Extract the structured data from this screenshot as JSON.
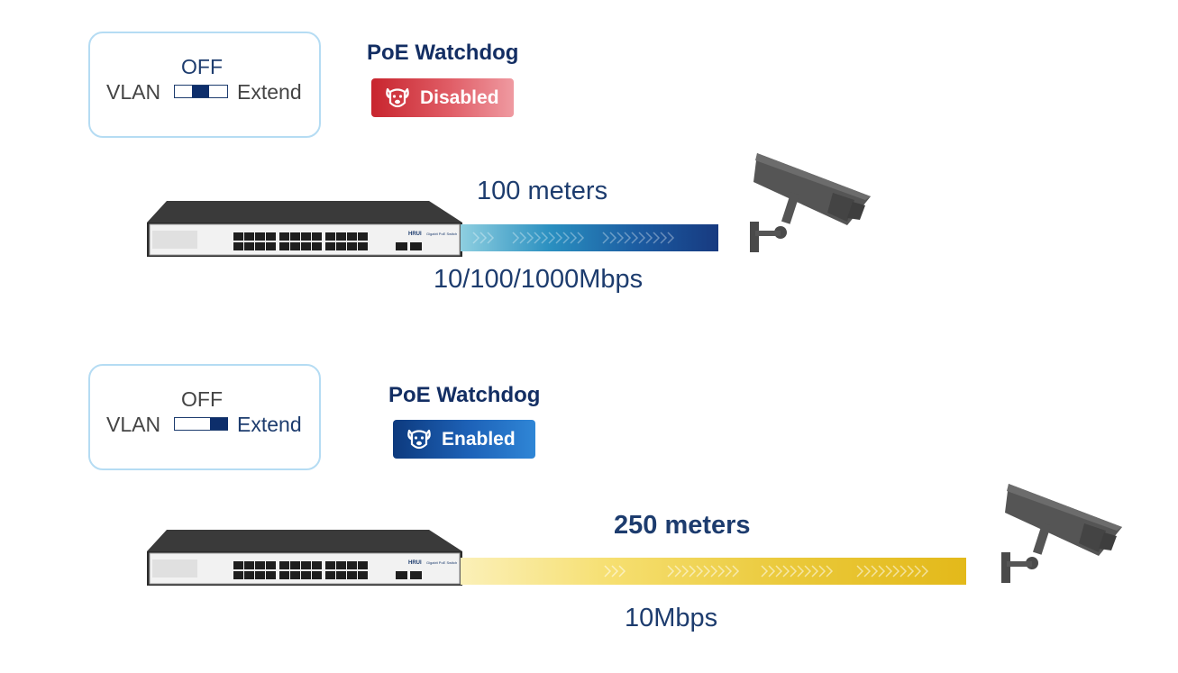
{
  "scenarios": [
    {
      "mode": {
        "switch_state": "OFF",
        "left_label": "VLAN",
        "right_label": "Extend"
      },
      "watchdog": {
        "title": "PoE Watchdog",
        "status": "Disabled"
      },
      "distance": "100 meters",
      "speed": "10/100/1000Mbps",
      "device_brand": "HRUI",
      "device_model": "Gigabit PoE Switch"
    },
    {
      "mode": {
        "switch_state": "OFF",
        "left_label": "VLAN",
        "right_label": "Extend"
      },
      "watchdog": {
        "title": "PoE Watchdog",
        "status": "Enabled"
      },
      "distance": "250 meters",
      "speed": "10Mbps",
      "device_brand": "HRUI",
      "device_model": "Gigabit PoE Switch"
    }
  ],
  "colors": {
    "navy": "#1d3c6e",
    "disabled_red": "#c8252e",
    "enabled_blue": "#0d3a7e",
    "cable_blue": "#1b5aa0",
    "cable_yellow": "#e3b91a",
    "box_border": "#b5dcf3"
  },
  "icons": {
    "watchdog": "dog-face-icon",
    "camera": "security-camera-icon",
    "switch": "network-switch-icon"
  }
}
